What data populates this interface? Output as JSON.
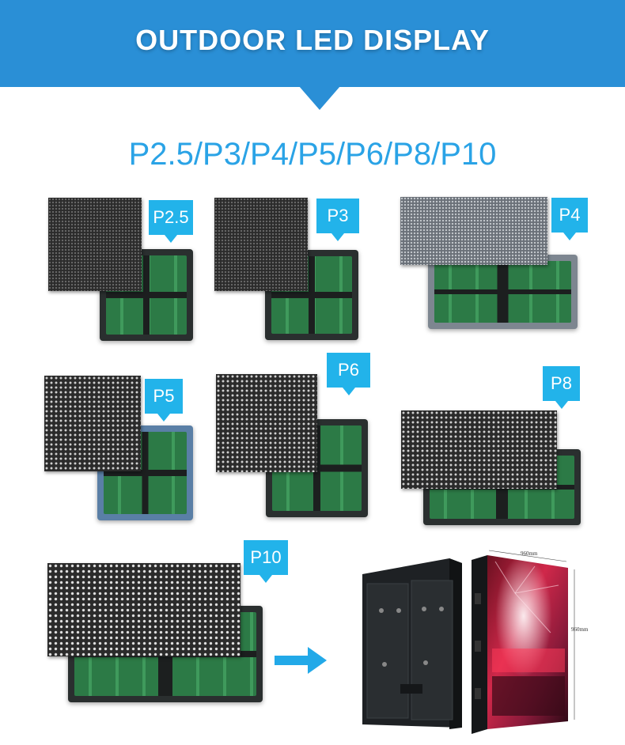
{
  "header": {
    "title": "OUTDOOR LED DISPLAY"
  },
  "subtitle": "P2.5/P3/P4/P5/P6/P8/P10",
  "modules": [
    {
      "id": "p25",
      "label": "P2.5"
    },
    {
      "id": "p3",
      "label": "P3"
    },
    {
      "id": "p4",
      "label": "P4"
    },
    {
      "id": "p5",
      "label": "P5"
    },
    {
      "id": "p6",
      "label": "P6"
    },
    {
      "id": "p8",
      "label": "P8"
    },
    {
      "id": "p10",
      "label": "P10"
    }
  ],
  "cabinet": {
    "width_label": "960mm",
    "height_label": "960mm"
  },
  "colors": {
    "banner": "#2a8fd6",
    "tag": "#22b3ea",
    "subtitle": "#2aa3e6",
    "arrow": "#22a9e8"
  }
}
